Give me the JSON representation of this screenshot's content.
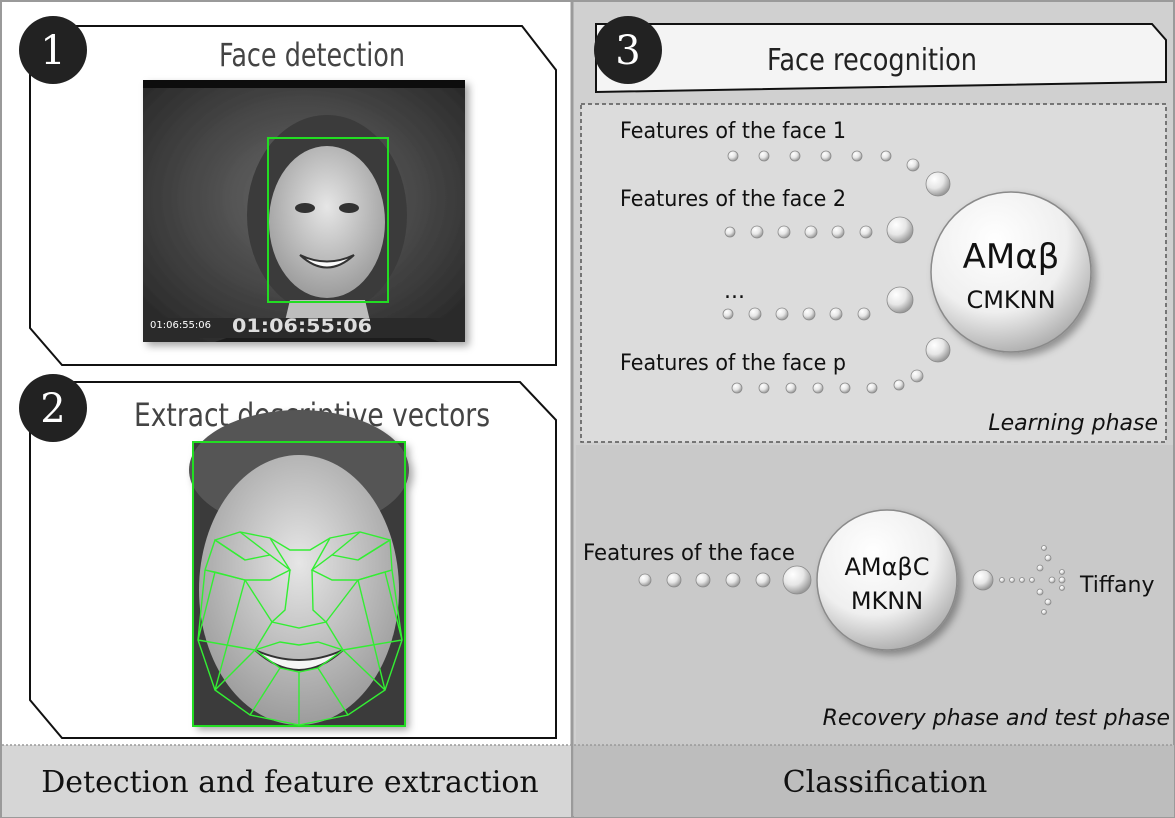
{
  "panels": {
    "step1": {
      "number": "1",
      "title": "Face detection",
      "timestamp_small": "01:06:55:06",
      "timestamp_large": "01:06:55:06"
    },
    "step2": {
      "number": "2",
      "title": "Extract descriptive vectors"
    },
    "step3": {
      "number": "3",
      "title": "Face recognition"
    }
  },
  "learning": {
    "rows": [
      "Features of the face 1",
      "Features of the face 2",
      "...",
      "Features of the face p"
    ],
    "classifier_line1": "AMαβ",
    "classifier_line2": "CMKNN",
    "phase_label": "Learning phase"
  },
  "recovery": {
    "input_label": "Features of the face",
    "classifier_line1": "AMαβC",
    "classifier_line2": "MKNN",
    "output_label": "Tiffany",
    "phase_label": "Recovery phase and test phase"
  },
  "footers": {
    "left": "Detection and feature extraction",
    "right": "Classification"
  },
  "colors": {
    "detection_box": "#22dd22",
    "left_bg": "#ffffff",
    "right_bg": "#d0d0d0",
    "footer_left_bg": "#d6d6d6",
    "footer_right_bg": "#bdbdbd"
  }
}
